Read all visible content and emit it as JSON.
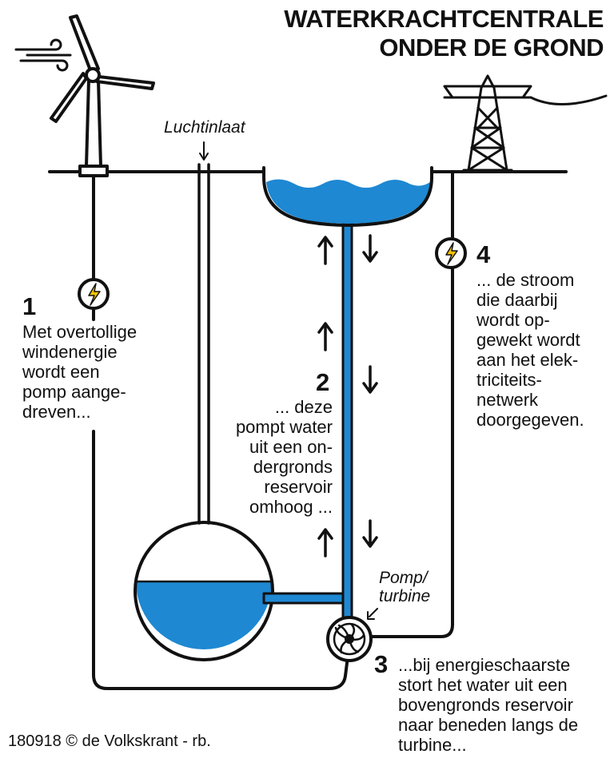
{
  "title": {
    "line1": "WATERKRACHTCENTRALE",
    "line2": "ONDER DE GROND"
  },
  "labels": {
    "air_inlet": "Luchtinlaat",
    "pump_turbine": "Pomp/\nturbine"
  },
  "steps": [
    {
      "number": "1",
      "text": "Met overtollige\nwindenergie\nwordt een\npomp aange-\ndreven..."
    },
    {
      "number": "2",
      "text": "... deze\npompt water\nuit een on-\ndergronds\nreservoir\nomhoog ..."
    },
    {
      "number": "3",
      "text": "...bij energieschaarste\nstort het water uit een\nbovengronds reservoir\nnaar beneden langs de\nturbine..."
    },
    {
      "number": "4",
      "text": "... de stroom\ndie daarbij\nwordt op-\ngewekt wordt\naan het elek-\ntriciteits-\nnetwerk\ndoorgegeven."
    }
  ],
  "credit": "180918 © de Volkskrant - rb.",
  "icons": [
    "wind-icon",
    "wind-turbine-icon",
    "power-pylon-icon",
    "lightning-icon",
    "turbine-icon",
    "arrow-up-icon",
    "arrow-down-icon"
  ],
  "colors": {
    "water": "#1E88D2",
    "line": "#111111",
    "lightning": "#F5C300"
  }
}
